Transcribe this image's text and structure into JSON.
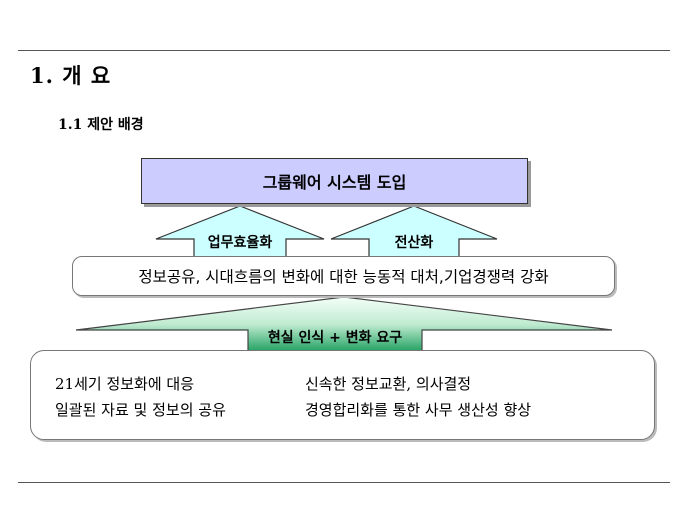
{
  "heading": "1. 개 요",
  "subheading": "1.1 제안 배경",
  "top_box": "그룹웨어 시스템 도입",
  "arrows": {
    "left_label": "업무효율화",
    "right_label": "전산화",
    "bottom_label": "현실 인식 + 변화 요구"
  },
  "middle_box": "정보공유, 시대흐름의 변화에 대한 능동적 대처,기업경쟁력 강화",
  "bottom_box": {
    "items": [
      "21세기 정보화에 대응",
      "일괄된 자료 및 정보의 공유",
      "신속한 정보교환, 의사결정",
      "경영합리화를 통한 사무 생산성 향상"
    ]
  },
  "colors": {
    "top_box_fill": "#ccccff",
    "arrow_fill": "#ccffff",
    "bottom_arrow_gradient_top": "#f2fff6",
    "bottom_arrow_gradient_bottom": "#1fa060"
  }
}
